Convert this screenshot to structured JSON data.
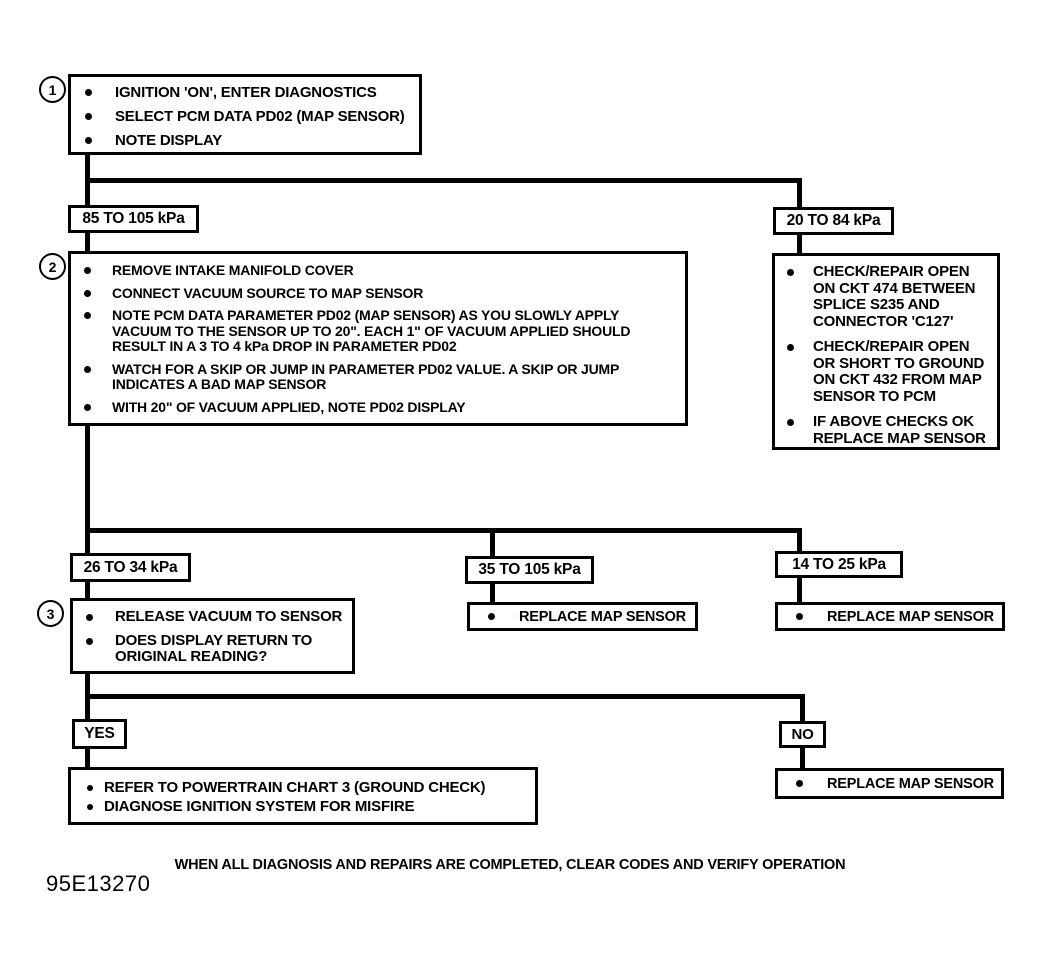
{
  "figure_code": "95E13270",
  "footer_note": "WHEN ALL DIAGNOSIS AND REPAIRS ARE COMPLETED, CLEAR CODES AND VERIFY OPERATION",
  "colors": {
    "line": "#000000",
    "background": "#ffffff"
  },
  "step1": {
    "number": "1",
    "bullets": [
      "IGNITION 'ON', ENTER DIAGNOSTICS",
      "SELECT PCM DATA PD02 (MAP SENSOR)",
      "NOTE DISPLAY"
    ]
  },
  "branch1": {
    "left_label": "85 TO 105 kPa",
    "right_label": "20 TO 84 kPa"
  },
  "step2": {
    "number": "2",
    "bullets": [
      "REMOVE INTAKE MANIFOLD COVER",
      "CONNECT VACUUM SOURCE TO MAP SENSOR",
      "NOTE PCM DATA PARAMETER PD02 (MAP SENSOR) AS YOU SLOWLY APPLY VACUUM TO THE SENSOR UP TO 20\".  EACH 1\" OF VACUUM APPLIED SHOULD RESULT IN A 3 TO 4 kPa DROP IN PARAMETER PD02",
      "WATCH FOR A SKIP OR JUMP IN PARAMETER PD02 VALUE.  A SKIP OR JUMP INDICATES A BAD MAP SENSOR",
      "WITH 20\" OF VACUUM APPLIED, NOTE PD02 DISPLAY"
    ]
  },
  "repair_open": {
    "bullets": [
      "CHECK/REPAIR OPEN ON CKT 474 BETWEEN SPLICE S235 AND CONNECTOR 'C127'",
      "CHECK/REPAIR OPEN OR SHORT TO GROUND ON CKT 432 FROM MAP SENSOR TO PCM",
      "IF ABOVE CHECKS OK REPLACE MAP SENSOR"
    ]
  },
  "branch2": {
    "left_label": "26 TO 34 kPa",
    "mid_label": "35 TO 105 kPa",
    "right_label": "14 TO 25 kPa"
  },
  "step3": {
    "number": "3",
    "bullets": [
      "RELEASE VACUUM TO SENSOR",
      "DOES DISPLAY RETURN TO ORIGINAL READING?"
    ]
  },
  "replace_mid": {
    "label": "REPLACE MAP SENSOR"
  },
  "replace_right": {
    "label": "REPLACE MAP SENSOR"
  },
  "branch3": {
    "yes_label": "YES",
    "no_label": "NO"
  },
  "yes_result": {
    "bullets": [
      "REFER TO POWERTRAIN CHART 3 (GROUND CHECK)",
      "DIAGNOSE IGNITION SYSTEM FOR MISFIRE"
    ]
  },
  "no_result": {
    "label": "REPLACE MAP SENSOR"
  }
}
